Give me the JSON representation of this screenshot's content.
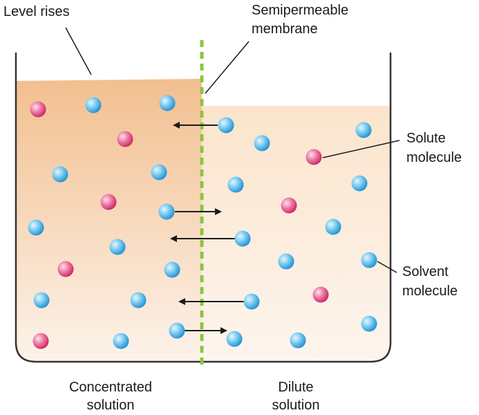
{
  "labels": {
    "level_rises": "Level rises",
    "membrane_line1": "Semipermeable",
    "membrane_line2": "membrane",
    "solute_line1": "Solute",
    "solute_line2": "molecule",
    "solvent_line1": "Solvent",
    "solvent_line2": "molecule",
    "left_line1": "Concentrated",
    "left_line2": "solution",
    "right_line1": "Dilute",
    "right_line2": "solution"
  },
  "colors": {
    "left_solution_top": "#f2bf8f",
    "right_solution_top": "#fbe6d0",
    "solution_bottom": "#fdf3ea",
    "membrane": "#8cc63f",
    "solute": "#e2467f",
    "solvent": "#34a8e4",
    "beaker": "#333333"
  },
  "legend_icons": {
    "solute": "pink-sphere",
    "solvent": "blue-sphere",
    "arrow": "arrow-right"
  }
}
